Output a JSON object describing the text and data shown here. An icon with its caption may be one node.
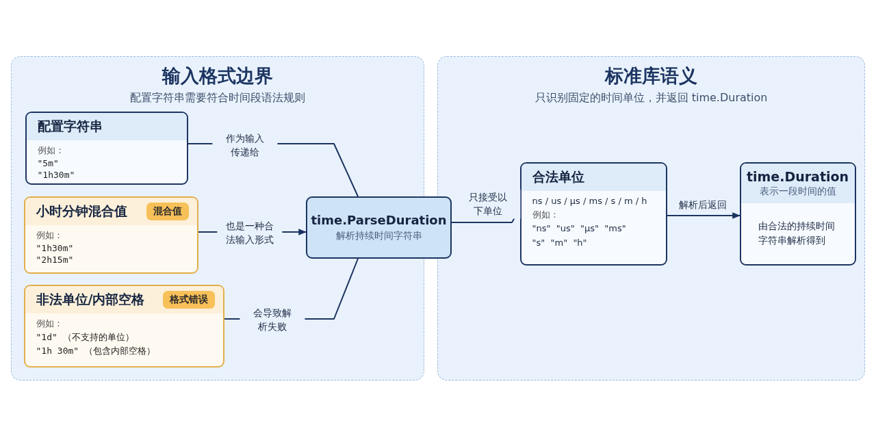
{
  "diagram": {
    "nodes": [
      {
        "text": [
          "输入格式边界",
          "配置字符串需要符合时间段语法规则"
        ]
      },
      {
        "text": [
          "标准库语义",
          "只识别固定的时间单位，并返回 time.Duration"
        ]
      },
      {
        "text": [
          "配置字符串",
          "例如：",
          "\"5m\"",
          "\"1h30m\""
        ],
        "in": 0
      },
      {
        "text": [
          "小时分钟混合值",
          "混合值",
          "例如：",
          "\"1h30m\"",
          "\"2h15m\""
        ],
        "in": 0
      },
      {
        "text": [
          "非法单位/内部空格",
          "格式错误",
          "例如：",
          "\"1d\" （不支持的单位）",
          "\"1h 30m\" （包含内部空格）"
        ],
        "in": 0
      },
      {
        "text": [
          "time.ParseDuration",
          "解析持续时间字符串"
        ]
      },
      {
        "text": [
          "合法单位",
          "ns / us / µs / ms / s / m / h",
          "例如：",
          "\"ns\"  \"us\"  \"µs\"  \"ms\"",
          "\"s\"  \"m\"  \"h\""
        ],
        "in": 1
      },
      {
        "text": [
          "time.Duration",
          "表示一段时间的值",
          "由合法的持续时间字符串解析得到"
        ],
        "in": 1
      }
    ],
    "edges": [
      {
        "from": 2,
        "to": 5,
        "arrow": "none",
        "label": "作为输入传递给"
      },
      {
        "from": 3,
        "to": 5,
        "arrow": "to",
        "label": "也是一种合法输入形式"
      },
      {
        "from": 4,
        "to": 5,
        "arrow": "none",
        "label": "会导致解析失败"
      },
      {
        "from": 5,
        "to": 6,
        "arrow": "none",
        "label": "只接受以下单位"
      },
      {
        "from": 6,
        "to": 7,
        "arrow": "to",
        "label": "解析后返回"
      }
    ]
  }
}
